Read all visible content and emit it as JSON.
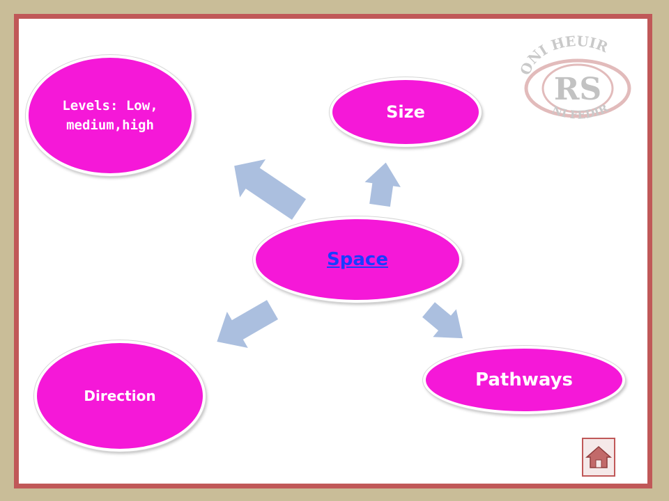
{
  "diagram": {
    "nodes": {
      "levels": "Levels: Low, medium,high",
      "size": "Size",
      "space": "Space",
      "pathways": "Pathways",
      "direction": "Direction"
    },
    "colors": {
      "node_fill": "#f518d8",
      "arrow_fill": "#abbfdf",
      "frame_border": "#c05858",
      "background": "#c9bd98",
      "link_text": "#1a3cff"
    }
  },
  "logo": {
    "top_text": "ONI HEUIR",
    "bottom_text": "NI FEDIR",
    "monogram": "RS"
  },
  "icons": {
    "home": "home-icon"
  }
}
